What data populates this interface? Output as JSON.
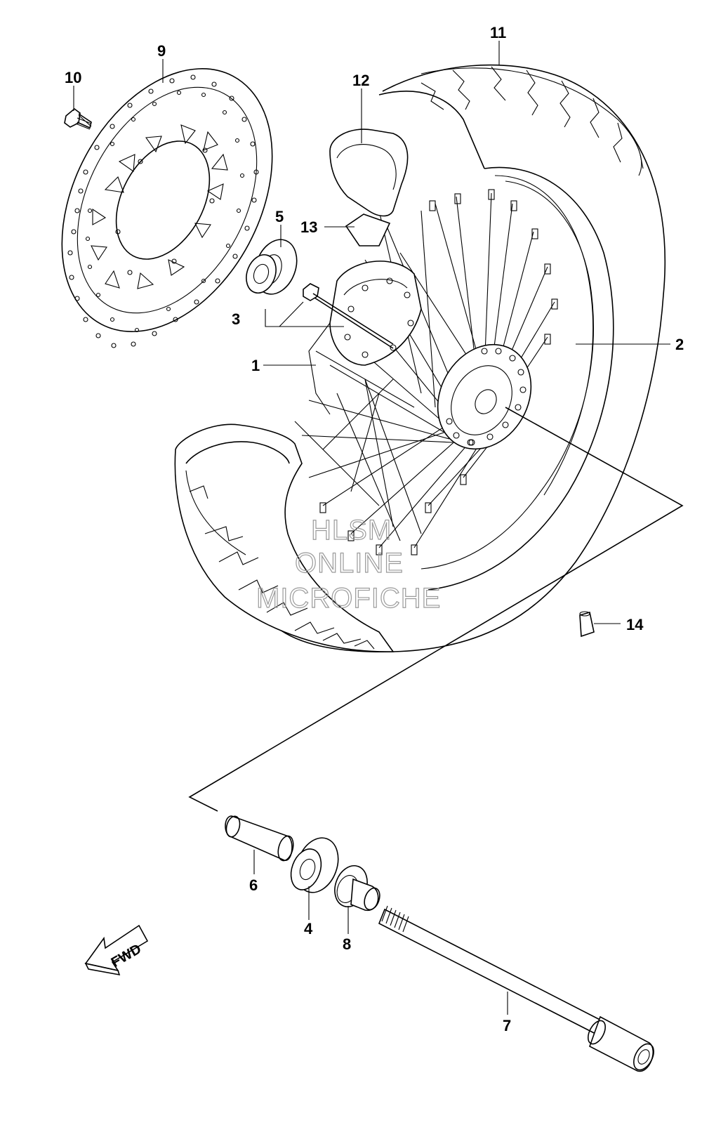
{
  "callouts": {
    "c1": "1",
    "c2": "2",
    "c3": "3",
    "c4": "4",
    "c5": "5",
    "c6": "6",
    "c7": "7",
    "c8": "8",
    "c9": "9",
    "c10": "10",
    "c11": "11",
    "c12": "12",
    "c13": "13",
    "c14": "14"
  },
  "watermark": {
    "line1": "HLSM",
    "line2": "ONLINE",
    "line3": "MICROFICHE"
  },
  "fwd_label": "FWD"
}
